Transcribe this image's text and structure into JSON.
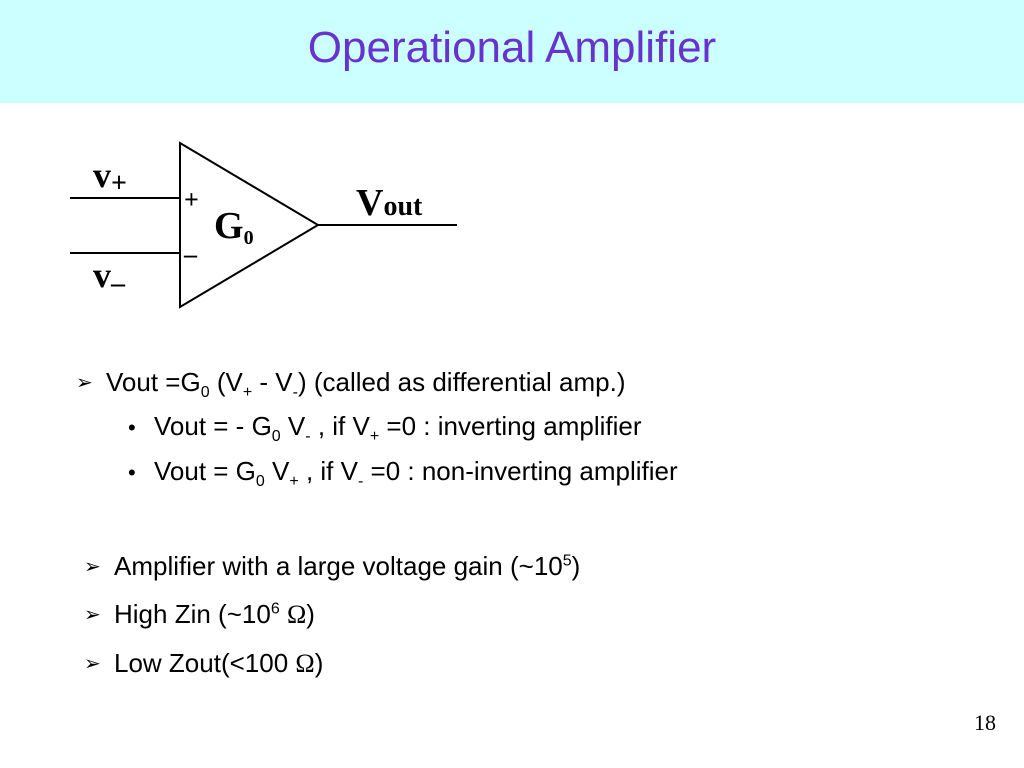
{
  "slide": {
    "title": "Operational Amplifier",
    "page_number": "18",
    "colors": {
      "title_bar_bg": "#ccffff",
      "title_text": "#6633cc"
    }
  },
  "diagram": {
    "input_plus_label": "v",
    "input_plus_sub": "+",
    "input_minus_label": "v",
    "input_minus_sub": "–",
    "plus_sign": "+",
    "minus_sign": "–",
    "gain_label": "G",
    "gain_sub": "0",
    "output_label": "V",
    "output_sub": "out"
  },
  "bullets": {
    "b1": {
      "a": "Vout =G",
      "sub1": "0",
      "b": " (V",
      "sub2": "+",
      "c": " - V",
      "sub3": "-",
      "d": ") (called as differential amp.)"
    },
    "b1_1": {
      "a": "Vout = - G",
      "sub1": "0",
      "b": " V",
      "sub2": "-",
      "c": "  , if V",
      "sub3": "+",
      "d": " =0 : inverting amplifier"
    },
    "b1_2": {
      "a": "Vout =   G",
      "sub1": "0",
      "b": " V",
      "sub2": "+",
      "c": "  , if V",
      "sub3": "-",
      "d": " =0 : non-inverting amplifier"
    },
    "b2": {
      "a": "Amplifier with a large voltage gain (~10",
      "sup1": "5",
      "b": ")"
    },
    "b3": {
      "a": "High Zin (~10",
      "sup1": "6",
      "b": " ",
      "omega": "Ω",
      "c": ")"
    },
    "b4": {
      "a": "Low Zout(<100 ",
      "omega": "Ω",
      "b": ")"
    }
  },
  "icons": {
    "arrow": "➢",
    "dot": "•"
  }
}
